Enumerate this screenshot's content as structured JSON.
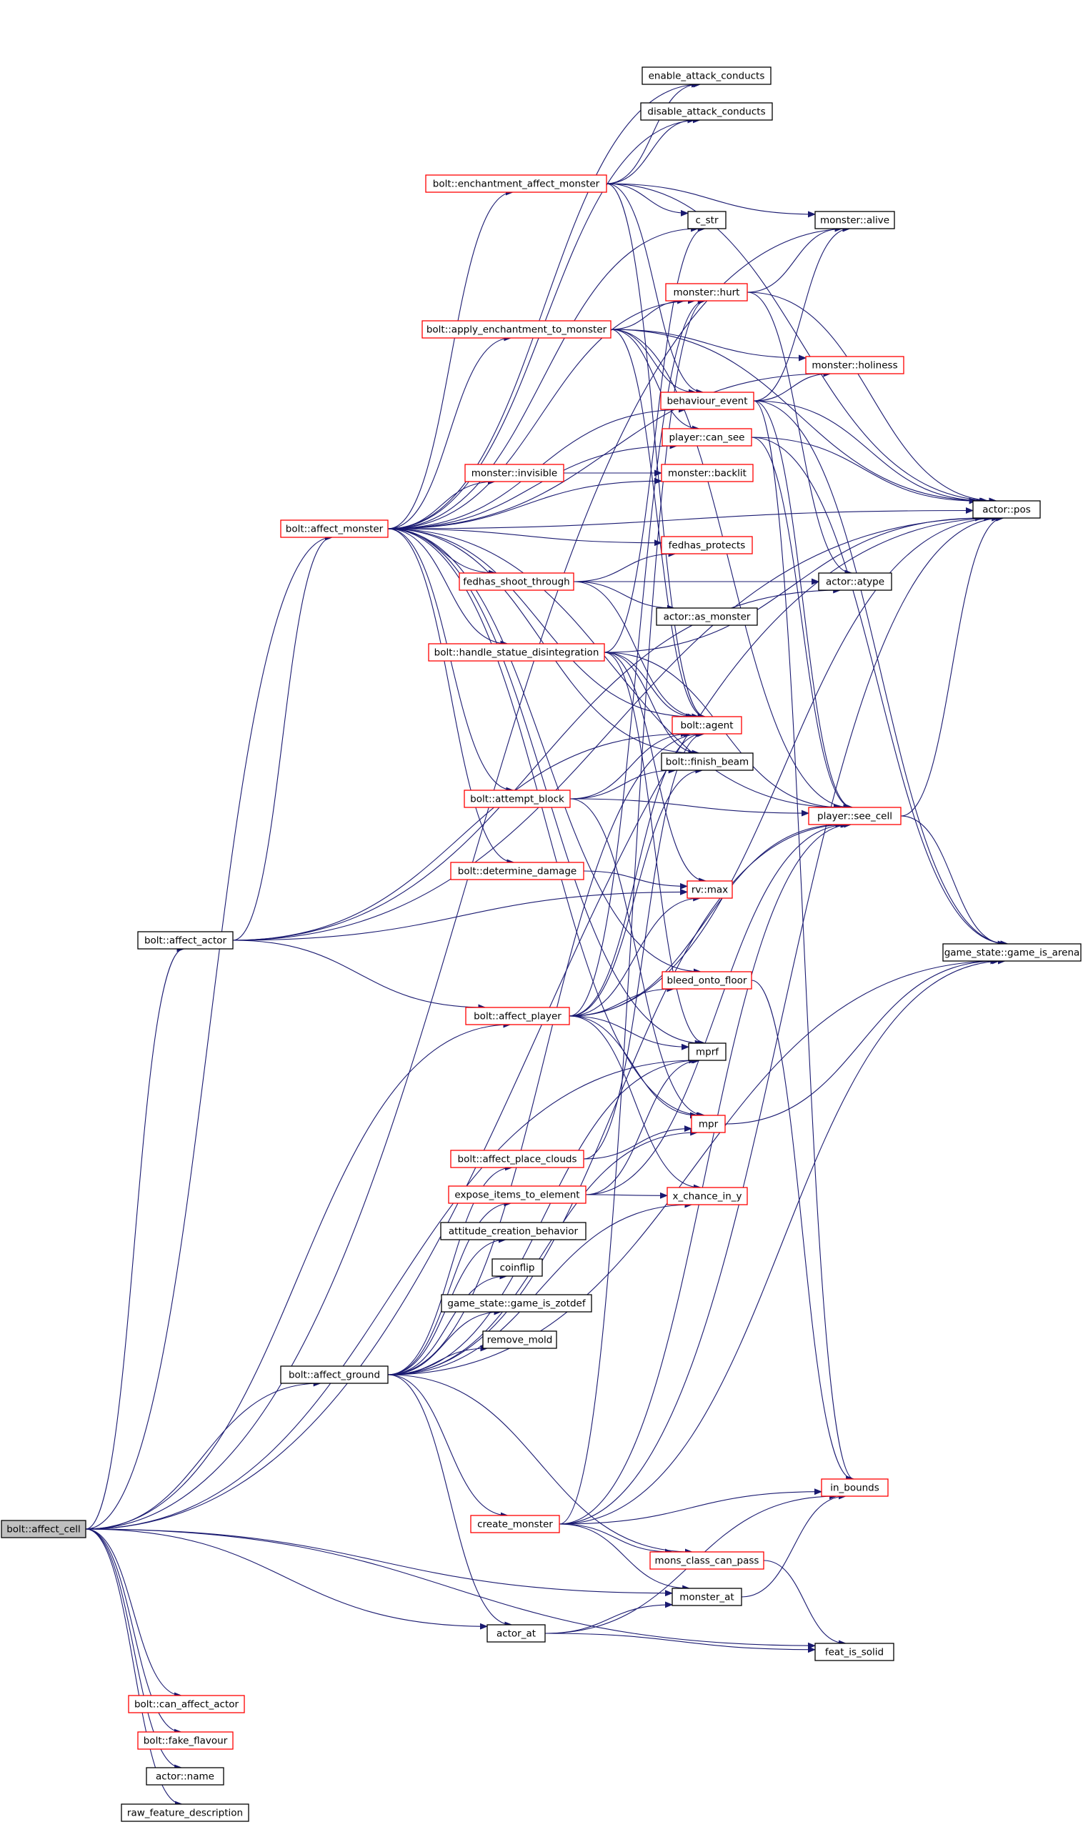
{
  "diagram": {
    "type": "call-graph",
    "root": "bolt_affect_cell",
    "colors": {
      "edge": "#191970",
      "root_fill": "#bfbfbf",
      "node_fill": "#ffffff",
      "node_border_default": "#000000",
      "node_border_truncated": "#ff0000"
    },
    "nodes": [
      {
        "id": "bolt_affect_cell",
        "label": "bolt::affect_cell",
        "border": "black",
        "root": true
      },
      {
        "id": "actor_pos",
        "label": "actor::pos",
        "border": "black"
      },
      {
        "id": "bolt_affect_actor",
        "label": "bolt::affect_actor",
        "border": "black"
      },
      {
        "id": "bolt_affect_monster",
        "label": "bolt::affect_monster",
        "border": "red"
      },
      {
        "id": "actor_atype",
        "label": "actor::atype",
        "border": "black"
      },
      {
        "id": "bolt_affect_player",
        "label": "bolt::affect_player",
        "border": "red"
      },
      {
        "id": "bolt_handle_statue",
        "label": "bolt::handle_statue_disintegration",
        "border": "red"
      },
      {
        "id": "player_see_cell",
        "label": "player::see_cell",
        "border": "red"
      },
      {
        "id": "rv_max",
        "label": "rv::max",
        "border": "red"
      },
      {
        "id": "mprf",
        "label": "mprf",
        "border": "black"
      },
      {
        "id": "bolt_affect_ground",
        "label": "bolt::affect_ground",
        "border": "black"
      },
      {
        "id": "actor_at",
        "label": "actor_at",
        "border": "black"
      },
      {
        "id": "bolt_can_affect_actor",
        "label": "bolt::can_affect_actor",
        "border": "red"
      },
      {
        "id": "bolt_fake_flavour",
        "label": "bolt::fake_flavour",
        "border": "red"
      },
      {
        "id": "actor_name",
        "label": "actor::name",
        "border": "black"
      },
      {
        "id": "raw_feature_description",
        "label": "raw_feature_description",
        "border": "black"
      },
      {
        "id": "feat_is_solid",
        "label": "feat_is_solid",
        "border": "black"
      },
      {
        "id": "monster_at",
        "label": "monster_at",
        "border": "black"
      },
      {
        "id": "monster_alive",
        "label": "monster::alive",
        "border": "black"
      },
      {
        "id": "enable_attack_conducts",
        "label": "enable_attack_conducts",
        "border": "black"
      },
      {
        "id": "disable_attack_conducts",
        "label": "disable_attack_conducts",
        "border": "black"
      },
      {
        "id": "bolt_enchantment_affect_monster",
        "label": "bolt::enchantment_affect_monster",
        "border": "red"
      },
      {
        "id": "c_str",
        "label": "c_str",
        "border": "black"
      },
      {
        "id": "monster_hurt",
        "label": "monster::hurt",
        "border": "red"
      },
      {
        "id": "bolt_apply_enchantment",
        "label": "bolt::apply_enchantment_to_monster",
        "border": "red"
      },
      {
        "id": "monster_holiness",
        "label": "monster::holiness",
        "border": "red"
      },
      {
        "id": "behaviour_event",
        "label": "behaviour_event",
        "border": "red"
      },
      {
        "id": "player_can_see",
        "label": "player::can_see",
        "border": "red"
      },
      {
        "id": "monster_invisible",
        "label": "monster::invisible",
        "border": "red"
      },
      {
        "id": "monster_backlit",
        "label": "monster::backlit",
        "border": "red"
      },
      {
        "id": "fedhas_protects",
        "label": "fedhas_protects",
        "border": "red"
      },
      {
        "id": "fedhas_shoot_through",
        "label": "fedhas_shoot_through",
        "border": "red"
      },
      {
        "id": "actor_as_monster",
        "label": "actor::as_monster",
        "border": "black"
      },
      {
        "id": "bolt_agent",
        "label": "bolt::agent",
        "border": "red"
      },
      {
        "id": "bolt_finish_beam",
        "label": "bolt::finish_beam",
        "border": "black"
      },
      {
        "id": "bolt_attempt_block",
        "label": "bolt::attempt_block",
        "border": "red"
      },
      {
        "id": "bolt_determine_damage",
        "label": "bolt::determine_damage",
        "border": "red"
      },
      {
        "id": "bleed_onto_floor",
        "label": "bleed_onto_floor",
        "border": "red"
      },
      {
        "id": "game_is_arena",
        "label": "game_state::game_is_arena",
        "border": "black"
      },
      {
        "id": "mpr",
        "label": "mpr",
        "border": "red"
      },
      {
        "id": "bolt_affect_place_clouds",
        "label": "bolt::affect_place_clouds",
        "border": "red"
      },
      {
        "id": "expose_items",
        "label": "expose_items_to_element",
        "border": "red"
      },
      {
        "id": "x_chance_in_y",
        "label": "x_chance_in_y",
        "border": "red"
      },
      {
        "id": "attitude_creation_behavior",
        "label": "attitude_creation_behavior",
        "border": "black"
      },
      {
        "id": "coinflip",
        "label": "coinflip",
        "border": "black"
      },
      {
        "id": "game_is_zotdef",
        "label": "game_state::game_is_zotdef",
        "border": "black"
      },
      {
        "id": "remove_mold",
        "label": "remove_mold",
        "border": "black"
      },
      {
        "id": "create_monster",
        "label": "create_monster",
        "border": "red"
      },
      {
        "id": "in_bounds",
        "label": "in_bounds",
        "border": "red"
      },
      {
        "id": "mons_class_can_pass",
        "label": "mons_class_can_pass",
        "border": "red"
      }
    ],
    "edges": [
      [
        "bolt_affect_cell",
        "actor_pos"
      ],
      [
        "bolt_affect_cell",
        "bolt_affect_actor"
      ],
      [
        "bolt_affect_cell",
        "bolt_affect_monster"
      ],
      [
        "bolt_affect_cell",
        "bolt_affect_player"
      ],
      [
        "bolt_affect_cell",
        "mprf"
      ],
      [
        "bolt_affect_cell",
        "bolt_affect_ground"
      ],
      [
        "bolt_affect_cell",
        "monster_at"
      ],
      [
        "bolt_affect_cell",
        "actor_at"
      ],
      [
        "bolt_affect_cell",
        "feat_is_solid"
      ],
      [
        "bolt_affect_cell",
        "monster_alive"
      ],
      [
        "bolt_affect_cell",
        "bolt_can_affect_actor"
      ],
      [
        "bolt_affect_cell",
        "bolt_fake_flavour"
      ],
      [
        "bolt_affect_cell",
        "actor_name"
      ],
      [
        "bolt_affect_cell",
        "raw_feature_description"
      ],
      [
        "bolt_affect_actor",
        "bolt_affect_monster"
      ],
      [
        "bolt_affect_actor",
        "bolt_affect_player"
      ],
      [
        "bolt_affect_actor",
        "actor_atype"
      ],
      [
        "bolt_affect_actor",
        "rv_max"
      ],
      [
        "bolt_affect_actor",
        "actor_pos"
      ],
      [
        "bolt_affect_actor",
        "bolt_agent"
      ],
      [
        "bolt_affect_monster",
        "enable_attack_conducts"
      ],
      [
        "bolt_affect_monster",
        "disable_attack_conducts"
      ],
      [
        "bolt_affect_monster",
        "bolt_enchantment_affect_monster"
      ],
      [
        "bolt_affect_monster",
        "c_str"
      ],
      [
        "bolt_affect_monster",
        "monster_hurt"
      ],
      [
        "bolt_affect_monster",
        "bolt_apply_enchantment"
      ],
      [
        "bolt_affect_monster",
        "monster_holiness"
      ],
      [
        "bolt_affect_monster",
        "behaviour_event"
      ],
      [
        "bolt_affect_monster",
        "player_can_see"
      ],
      [
        "bolt_affect_monster",
        "monster_invisible"
      ],
      [
        "bolt_affect_monster",
        "monster_backlit"
      ],
      [
        "bolt_affect_monster",
        "actor_pos"
      ],
      [
        "bolt_affect_monster",
        "fedhas_protects"
      ],
      [
        "bolt_affect_monster",
        "fedhas_shoot_through"
      ],
      [
        "bolt_affect_monster",
        "bolt_handle_statue"
      ],
      [
        "bolt_affect_monster",
        "bolt_agent"
      ],
      [
        "bolt_affect_monster",
        "bolt_finish_beam"
      ],
      [
        "bolt_affect_monster",
        "bolt_attempt_block"
      ],
      [
        "bolt_affect_monster",
        "player_see_cell"
      ],
      [
        "bolt_affect_monster",
        "bolt_determine_damage"
      ],
      [
        "bolt_affect_monster",
        "bleed_onto_floor"
      ],
      [
        "bolt_affect_monster",
        "mprf"
      ],
      [
        "bolt_affect_monster",
        "mpr"
      ],
      [
        "bolt_enchantment_affect_monster",
        "enable_attack_conducts"
      ],
      [
        "bolt_enchantment_affect_monster",
        "disable_attack_conducts"
      ],
      [
        "bolt_enchantment_affect_monster",
        "c_str"
      ],
      [
        "bolt_enchantment_affect_monster",
        "monster_alive"
      ],
      [
        "bolt_enchantment_affect_monster",
        "actor_pos"
      ],
      [
        "bolt_enchantment_affect_monster",
        "behaviour_event"
      ],
      [
        "bolt_enchantment_affect_monster",
        "bolt_agent"
      ],
      [
        "bolt_apply_enchantment",
        "monster_hurt"
      ],
      [
        "bolt_apply_enchantment",
        "monster_holiness"
      ],
      [
        "bolt_apply_enchantment",
        "behaviour_event"
      ],
      [
        "bolt_apply_enchantment",
        "actor_pos"
      ],
      [
        "bolt_apply_enchantment",
        "player_can_see"
      ],
      [
        "bolt_apply_enchantment",
        "bolt_agent"
      ],
      [
        "bolt_apply_enchantment",
        "player_see_cell"
      ],
      [
        "monster_hurt",
        "monster_alive"
      ],
      [
        "monster_hurt",
        "actor_pos"
      ],
      [
        "monster_hurt",
        "actor_atype"
      ],
      [
        "behaviour_event",
        "monster_alive"
      ],
      [
        "behaviour_event",
        "monster_holiness"
      ],
      [
        "behaviour_event",
        "actor_pos"
      ],
      [
        "behaviour_event",
        "game_is_arena"
      ],
      [
        "behaviour_event",
        "player_see_cell"
      ],
      [
        "behaviour_event",
        "in_bounds"
      ],
      [
        "player_can_see",
        "actor_pos"
      ],
      [
        "player_can_see",
        "player_see_cell"
      ],
      [
        "player_can_see",
        "game_is_arena"
      ],
      [
        "monster_invisible",
        "monster_backlit"
      ],
      [
        "fedhas_shoot_through",
        "fedhas_protects"
      ],
      [
        "fedhas_shoot_through",
        "actor_atype"
      ],
      [
        "fedhas_shoot_through",
        "actor_as_monster"
      ],
      [
        "fedhas_shoot_through",
        "bolt_agent"
      ],
      [
        "bolt_handle_statue",
        "actor_pos"
      ],
      [
        "bolt_handle_statue",
        "bolt_agent"
      ],
      [
        "bolt_handle_statue",
        "bolt_finish_beam"
      ],
      [
        "bolt_handle_statue",
        "player_see_cell"
      ],
      [
        "bolt_handle_statue",
        "rv_max"
      ],
      [
        "bolt_handle_statue",
        "mprf"
      ],
      [
        "bolt_handle_statue",
        "c_str"
      ],
      [
        "bolt_attempt_block",
        "bolt_agent"
      ],
      [
        "bolt_attempt_block",
        "bolt_finish_beam"
      ],
      [
        "bolt_attempt_block",
        "player_see_cell"
      ],
      [
        "bolt_attempt_block",
        "mpr"
      ],
      [
        "bolt_determine_damage",
        "rv_max"
      ],
      [
        "bolt_affect_player",
        "bolt_agent"
      ],
      [
        "bolt_affect_player",
        "bolt_finish_beam"
      ],
      [
        "bolt_affect_player",
        "rv_max"
      ],
      [
        "bolt_affect_player",
        "bleed_onto_floor"
      ],
      [
        "bolt_affect_player",
        "mprf"
      ],
      [
        "bolt_affect_player",
        "mpr"
      ],
      [
        "bolt_affect_player",
        "x_chance_in_y"
      ],
      [
        "bolt_affect_player",
        "player_see_cell"
      ],
      [
        "bolt_affect_player",
        "actor_pos"
      ],
      [
        "bolt_affect_player",
        "monster_hurt"
      ],
      [
        "player_see_cell",
        "actor_pos"
      ],
      [
        "player_see_cell",
        "game_is_arena"
      ],
      [
        "bleed_onto_floor",
        "in_bounds"
      ],
      [
        "mpr",
        "game_is_arena"
      ],
      [
        "bolt_affect_ground",
        "bolt_affect_place_clouds"
      ],
      [
        "bolt_affect_ground",
        "expose_items"
      ],
      [
        "bolt_affect_ground",
        "attitude_creation_behavior"
      ],
      [
        "bolt_affect_ground",
        "coinflip"
      ],
      [
        "bolt_affect_ground",
        "game_is_zotdef"
      ],
      [
        "bolt_affect_ground",
        "remove_mold"
      ],
      [
        "bolt_affect_ground",
        "create_monster"
      ],
      [
        "bolt_affect_ground",
        "mons_class_can_pass"
      ],
      [
        "bolt_affect_ground",
        "actor_at"
      ],
      [
        "bolt_affect_ground",
        "mprf"
      ],
      [
        "bolt_affect_ground",
        "mpr"
      ],
      [
        "bolt_affect_ground",
        "x_chance_in_y"
      ],
      [
        "bolt_affect_ground",
        "player_see_cell"
      ],
      [
        "bolt_affect_ground",
        "bolt_agent"
      ],
      [
        "bolt_affect_ground",
        "game_is_arena"
      ],
      [
        "bolt_affect_place_clouds",
        "mpr"
      ],
      [
        "bolt_affect_place_clouds",
        "bolt_agent"
      ],
      [
        "expose_items",
        "x_chance_in_y"
      ],
      [
        "expose_items",
        "mprf"
      ],
      [
        "expose_items",
        "player_see_cell"
      ],
      [
        "create_monster",
        "in_bounds"
      ],
      [
        "create_monster",
        "mons_class_can_pass"
      ],
      [
        "create_monster",
        "monster_at"
      ],
      [
        "create_monster",
        "actor_pos"
      ],
      [
        "create_monster",
        "game_is_arena"
      ],
      [
        "create_monster",
        "player_see_cell"
      ],
      [
        "create_monster",
        "monster_hurt"
      ],
      [
        "mons_class_can_pass",
        "feat_is_solid"
      ],
      [
        "monster_at",
        "in_bounds"
      ],
      [
        "actor_at",
        "monster_at"
      ],
      [
        "actor_at",
        "in_bounds"
      ],
      [
        "actor_at",
        "feat_is_solid"
      ]
    ]
  }
}
